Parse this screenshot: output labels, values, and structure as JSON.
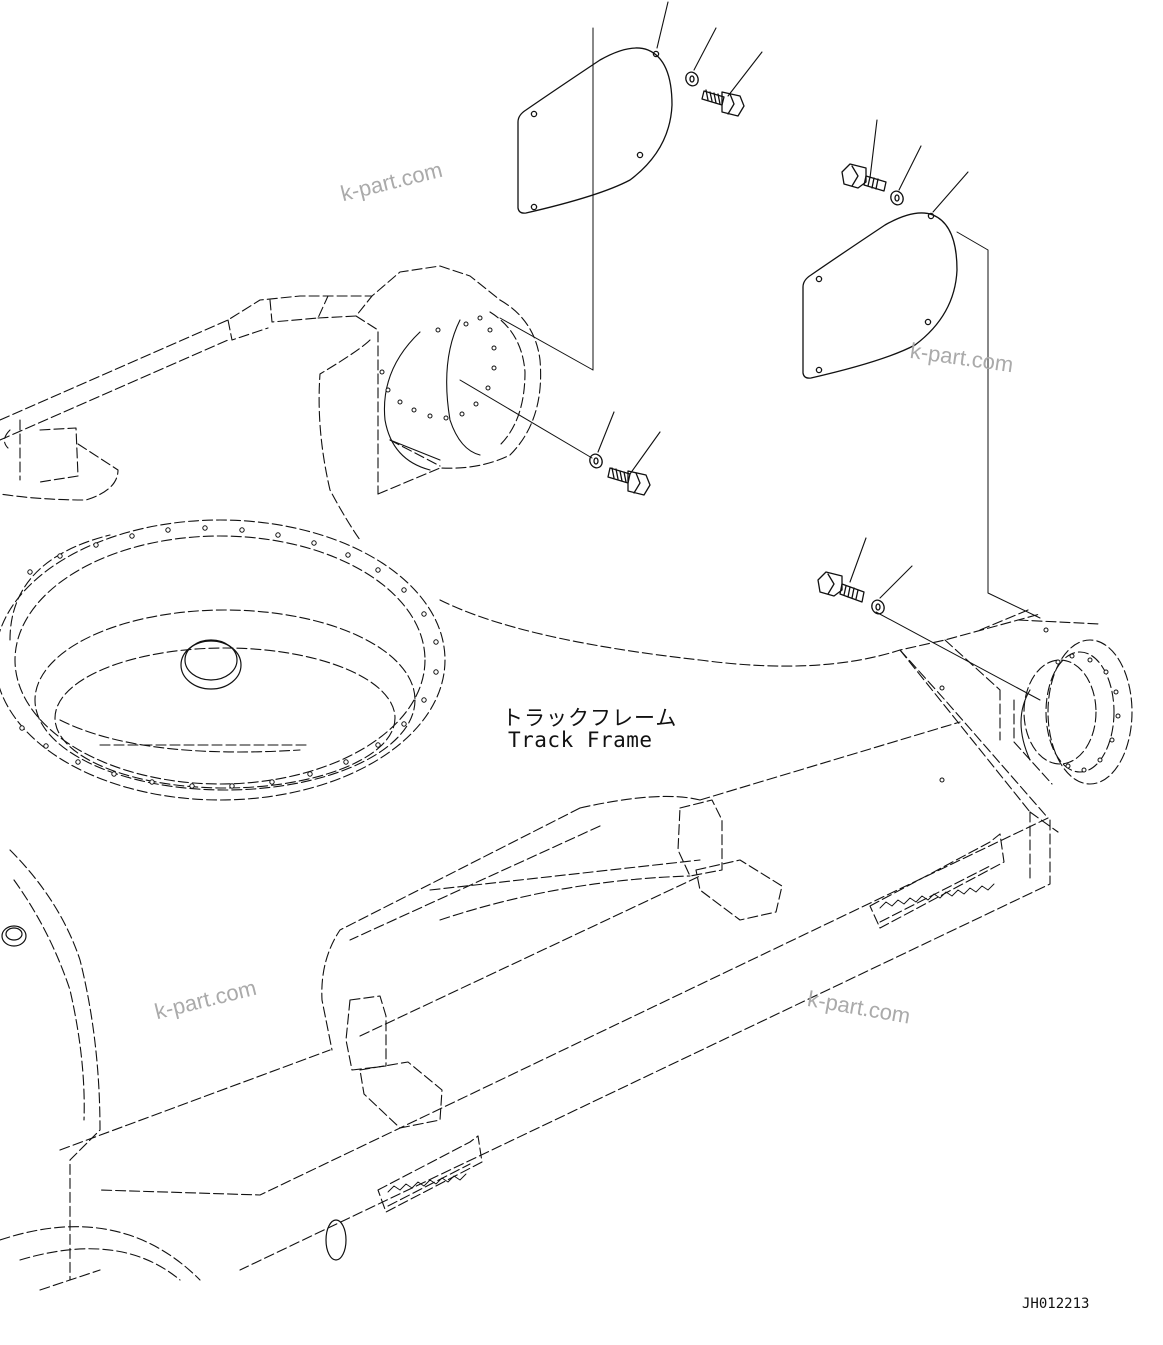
{
  "labels": {
    "part_name_jp": "トラックフレーム",
    "part_name_en": "Track Frame",
    "drawing_number": "JH012213"
  },
  "watermark": "k-part.com",
  "callouts": [
    {
      "id": "cover-left"
    },
    {
      "id": "washer-left-upper"
    },
    {
      "id": "bolt-left-upper"
    },
    {
      "id": "bolt-right-upper"
    },
    {
      "id": "washer-right-upper"
    },
    {
      "id": "cover-right"
    },
    {
      "id": "washer-left-lower"
    },
    {
      "id": "bolt-left-lower"
    },
    {
      "id": "bolt-right-lower"
    },
    {
      "id": "washer-right-lower"
    }
  ],
  "colors": {
    "line": "#111111",
    "watermark": "#aaaaaa",
    "background": "#ffffff"
  }
}
